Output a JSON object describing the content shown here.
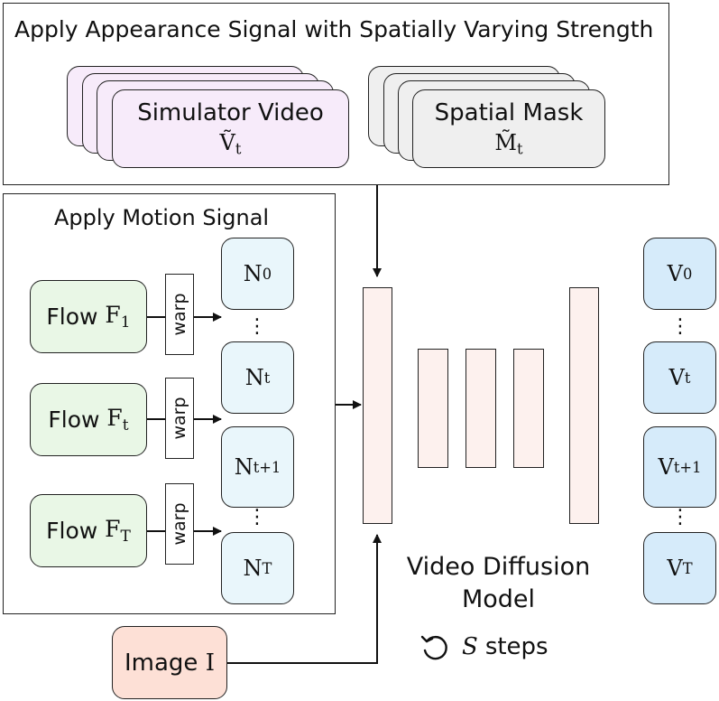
{
  "appearance_panel": {
    "title": "Apply Appearance Signal with Spatially Varying Strength",
    "sim_video": {
      "label": "Simulator Video",
      "symbol": "Ṽ",
      "subscript": "t",
      "color": "#f7ebfa"
    },
    "spatial_mask": {
      "label": "Spatial Mask",
      "symbol": "M̃",
      "subscript": "t",
      "color": "#efefef"
    }
  },
  "motion_panel": {
    "title": "Apply Motion Signal",
    "flows": [
      {
        "label": "Flow",
        "symbol": "F",
        "subscript": "1"
      },
      {
        "label": "Flow",
        "symbol": "F",
        "subscript": "t"
      },
      {
        "label": "Flow",
        "symbol": "F",
        "subscript": "T"
      }
    ],
    "warp_label": "warp",
    "noise": [
      {
        "symbol": "N",
        "subscript": "0"
      },
      {
        "symbol": "N",
        "subscript": "t"
      },
      {
        "symbol": "N",
        "subscript": "t+1"
      },
      {
        "symbol": "N",
        "subscript": "T"
      }
    ],
    "ellipsis": "⋮"
  },
  "model": {
    "name": "Video Diffusion Model",
    "steps_icon": "rotate-ccw-icon",
    "steps_symbol": "S",
    "steps_label": "steps",
    "layer_color": "#fdf1ee"
  },
  "outputs": [
    {
      "symbol": "V",
      "subscript": "0"
    },
    {
      "symbol": "V",
      "subscript": "t"
    },
    {
      "symbol": "V",
      "subscript": "t+1"
    },
    {
      "symbol": "V",
      "subscript": "T"
    }
  ],
  "outputs_ellipsis": "⋮",
  "image_input": {
    "label": "Image",
    "symbol": "I",
    "color": "#fde0d6"
  }
}
